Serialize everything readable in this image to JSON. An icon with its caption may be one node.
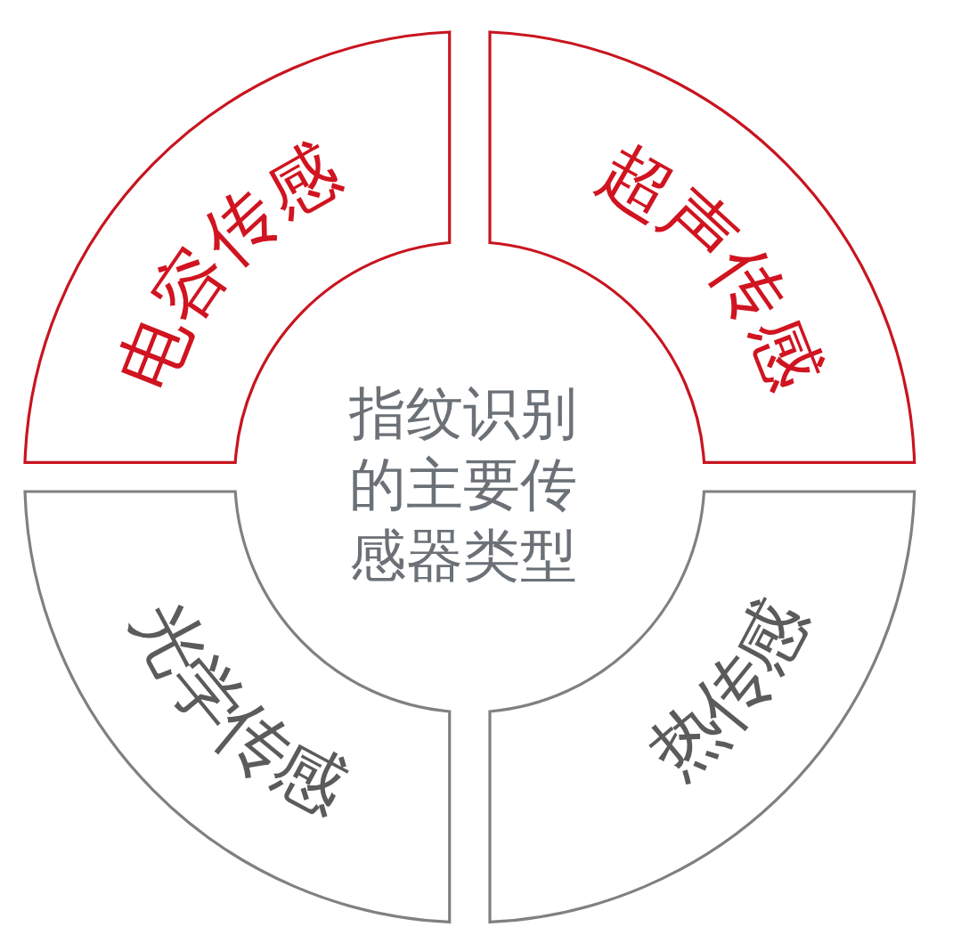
{
  "diagram": {
    "nodes": [
      {
        "text": [
          "电容传感"
        ]
      },
      {
        "text": [
          "超声传感"
        ]
      },
      {
        "text": [
          "光学传感"
        ]
      },
      {
        "text": [
          "热传感"
        ]
      }
    ],
    "labels": [
      "指纹识别的主要传感器类型"
    ]
  }
}
